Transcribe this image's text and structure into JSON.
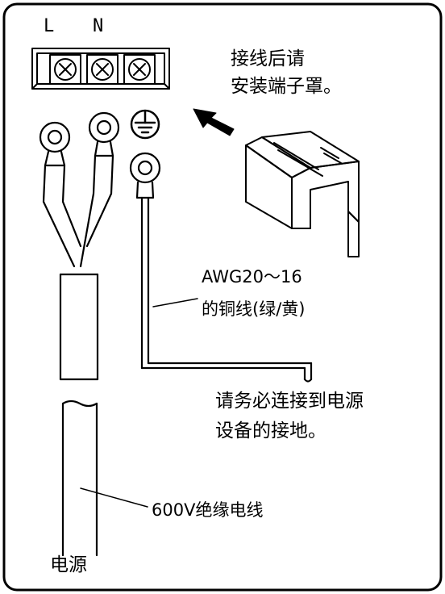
{
  "terminal_block": {
    "label_l": "L",
    "label_n": "N"
  },
  "notes": {
    "cover_line1": "接线后请",
    "cover_line2": "安装端子罩。",
    "ground_wire_line1": "AWG20～16",
    "ground_wire_line2": "的铜线(绿/黄)",
    "ground_note_line1": "请务必连接到电源",
    "ground_note_line2": "设备的接地。",
    "power_wire": "600V绝缘电线",
    "power_source": "电源"
  },
  "icons": [
    "screw-terminal-icon",
    "ground-symbol-icon",
    "arrow-icon"
  ],
  "colors": {
    "line": "#000000",
    "background": "#ffffff"
  }
}
